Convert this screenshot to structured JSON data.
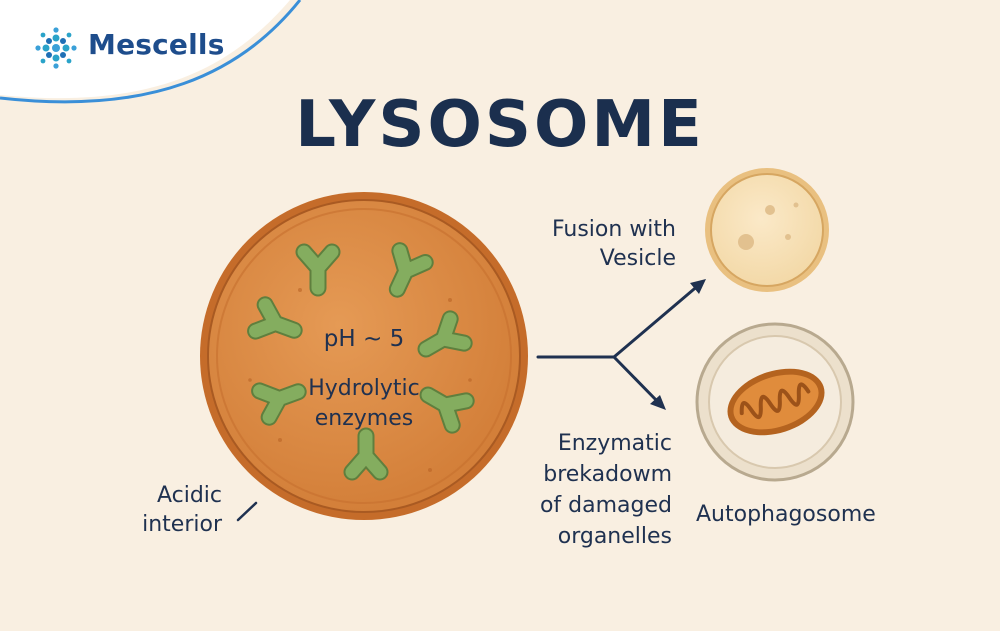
{
  "brand": {
    "name": "Mescells"
  },
  "title": "LYSOSOME",
  "lysosome": {
    "ph_label": "pH ~ 5",
    "enzymes_label_line1": "Hydrolytic",
    "enzymes_label_line2": "enzymes"
  },
  "labels": {
    "acidic_line1": "Acidic",
    "acidic_line2": "interior",
    "fusion_line1": "Fusion with",
    "fusion_line2": "Vesicle",
    "breakdown_line1": "Enzymatic",
    "breakdown_line2": "brekadowm",
    "breakdown_line3": "of damaged",
    "breakdown_line4": "organelles",
    "autophagosome": "Autophagosome"
  },
  "colors": {
    "background": "#f9efe1",
    "brand_blue": "#1e4d8c",
    "lysosome_orange": "#d9853e",
    "enzyme_green": "#7fa85a",
    "text_navy": "#1f3150"
  }
}
